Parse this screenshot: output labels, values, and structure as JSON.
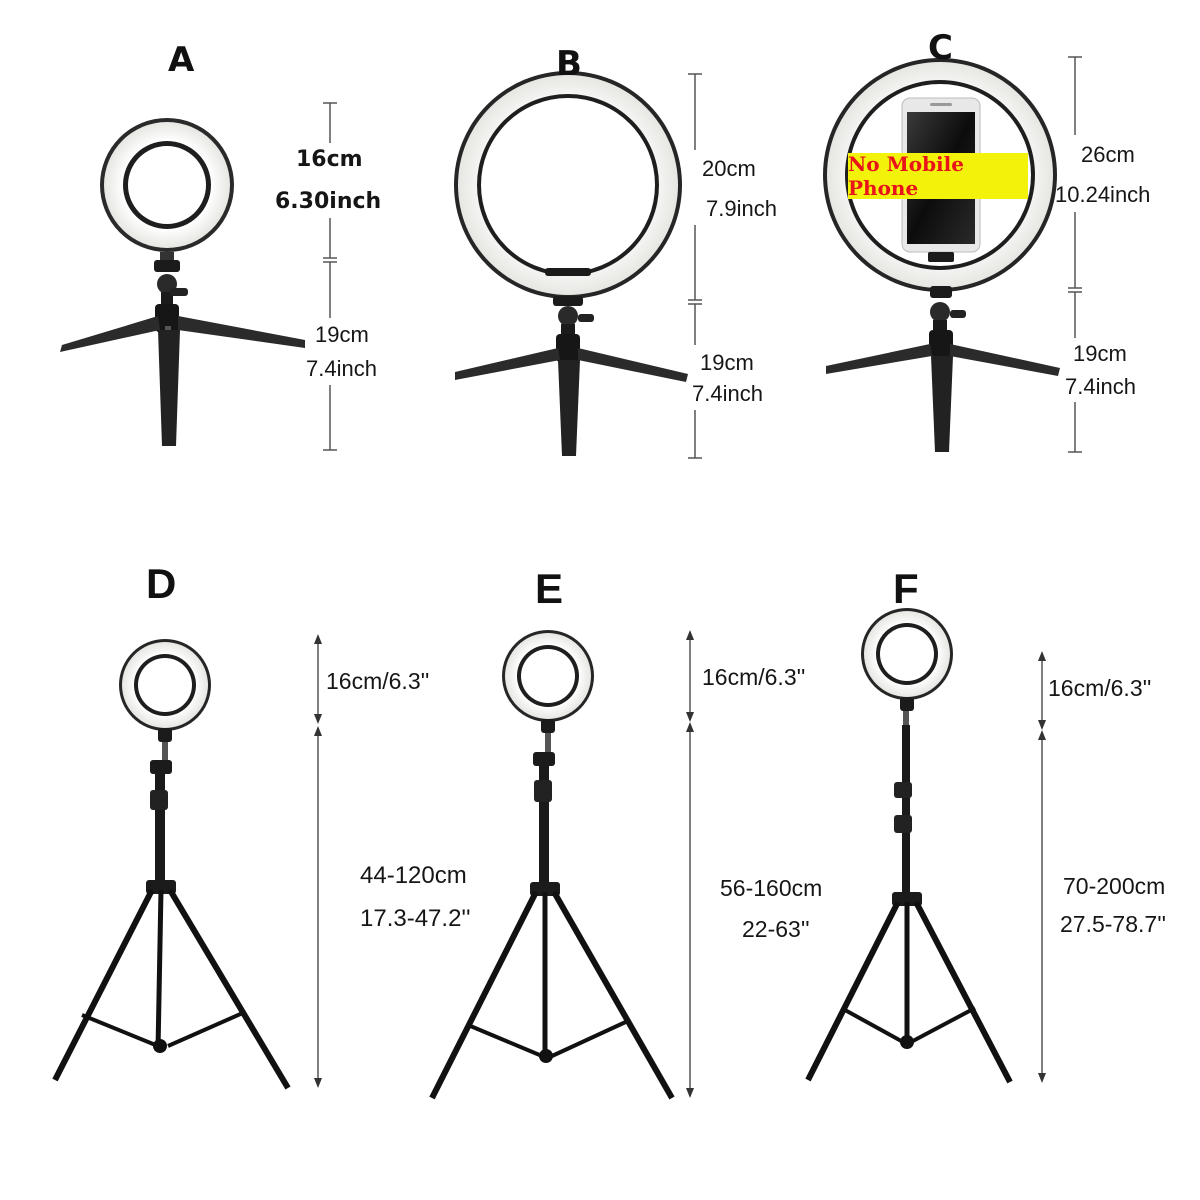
{
  "products": [
    {
      "letter": "A",
      "ring_label": "16cm",
      "ring_inch": "6.30inch",
      "stand_label": "19cm",
      "stand_inch": "7.4inch"
    },
    {
      "letter": "B",
      "ring_label": "20cm",
      "ring_inch": "7.9inch",
      "stand_label": "19cm",
      "stand_inch": "7.4inch"
    },
    {
      "letter": "C",
      "ring_label": "26cm",
      "ring_inch": "10.24inch",
      "stand_label": "19cm",
      "stand_inch": "7.4inch",
      "badge": "No Mobile Phone"
    },
    {
      "letter": "D",
      "ring_label": "16cm/6.3''",
      "stand_label": "44-120cm",
      "stand_inch": "17.3-47.2''"
    },
    {
      "letter": "E",
      "ring_label": "16cm/6.3''",
      "stand_label": "56-160cm",
      "stand_inch": "22-63''"
    },
    {
      "letter": "F",
      "ring_label": "16cm/6.3''",
      "stand_label": "70-200cm",
      "stand_inch": "27.5-78.7''"
    }
  ],
  "colors": {
    "badge_background": "#f2f20a",
    "badge_text": "#e8141a",
    "ring_light": "#f4f4f2",
    "stand": "#1a1a1a"
  }
}
